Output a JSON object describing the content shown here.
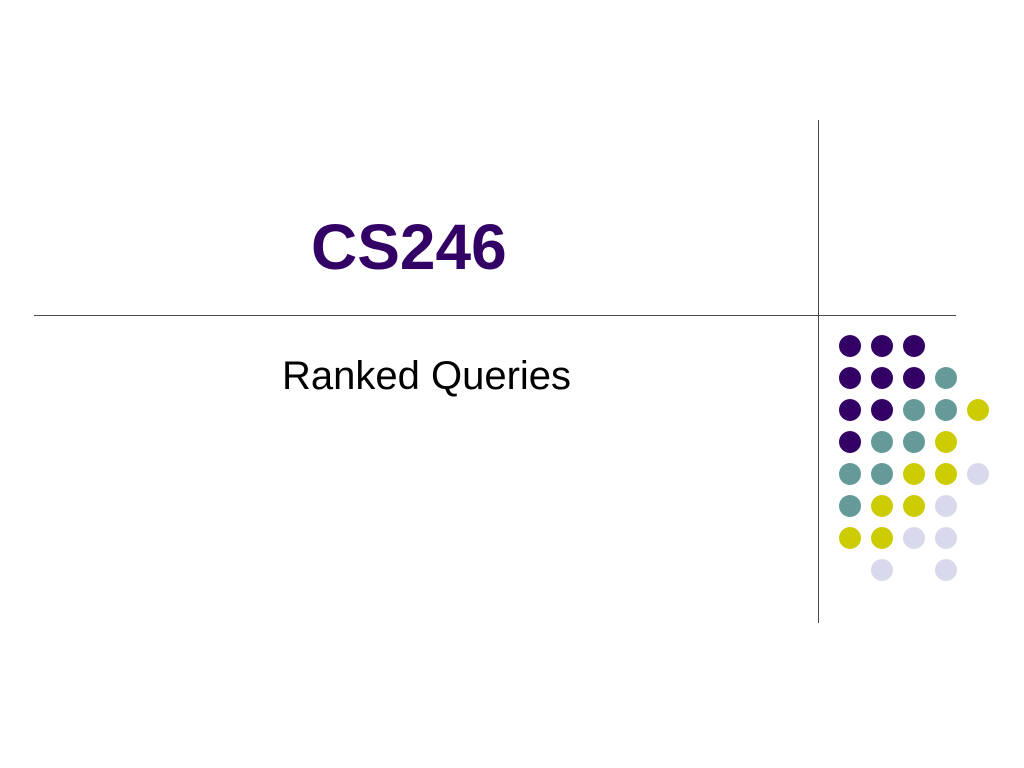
{
  "slide": {
    "title": "CS246",
    "subtitle": "Ranked Queries"
  },
  "colors": {
    "title_text": "#330066",
    "subtitle_text": "#000000",
    "rule_lines": "#4a4a4a",
    "dot_purple": "#330066",
    "dot_teal": "#669999",
    "dot_olive": "#cccc00",
    "dot_lavender": "#d9d9ee"
  },
  "decoration": {
    "dot_grid": [
      [
        "purple",
        "purple",
        "purple",
        "",
        ""
      ],
      [
        "purple",
        "purple",
        "purple",
        "teal",
        ""
      ],
      [
        "purple",
        "purple",
        "teal",
        "teal",
        "olive"
      ],
      [
        "purple",
        "teal",
        "teal",
        "olive",
        ""
      ],
      [
        "teal",
        "teal",
        "olive",
        "olive",
        "lavender"
      ],
      [
        "teal",
        "olive",
        "olive",
        "lavender",
        ""
      ],
      [
        "olive",
        "olive",
        "lavender",
        "lavender",
        ""
      ],
      [
        "",
        "lavender",
        "",
        "lavender",
        ""
      ]
    ]
  }
}
